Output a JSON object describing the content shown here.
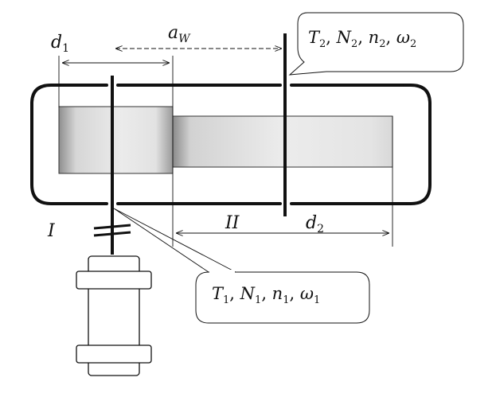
{
  "labels": {
    "d1": "d",
    "d1_sub": "1",
    "aw": "a",
    "aw_sub": "W",
    "d2": "d",
    "d2_sub": "2",
    "shaft_I": "I",
    "shaft_II": "II"
  },
  "callouts": {
    "output": {
      "T": "T",
      "T_sub": "2",
      "N": "N",
      "N_sub": "2",
      "n": "n",
      "n_sub": "2",
      "omega": "ω",
      "omega_sub": "2",
      "sep": ", "
    },
    "input": {
      "T": "T",
      "T_sub": "1",
      "N": "N",
      "N_sub": "1",
      "n": "n",
      "n_sub": "1",
      "omega": "ω",
      "omega_sub": "1",
      "sep": ", "
    }
  },
  "colors": {
    "line": "#111111",
    "gear_shade": "#cfcfcf",
    "gear_shade_dark": "#9a9a9a",
    "background": "#ffffff"
  }
}
